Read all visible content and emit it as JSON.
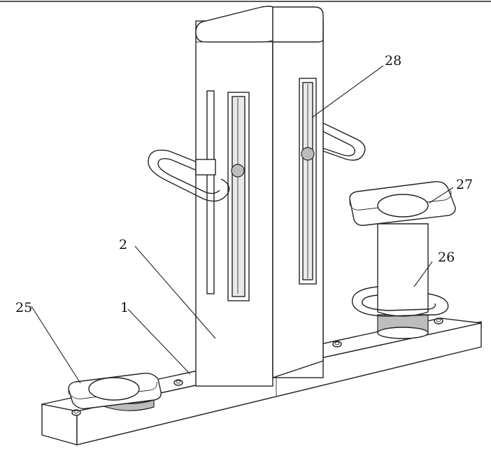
{
  "diagram": {
    "labels": {
      "l1": "1",
      "l2": "2",
      "l25": "25",
      "l26": "26",
      "l27": "27",
      "l28": "28"
    },
    "colors": {
      "line": "#222222",
      "shade": "#e9e9e9",
      "background": "#ffffff"
    }
  }
}
